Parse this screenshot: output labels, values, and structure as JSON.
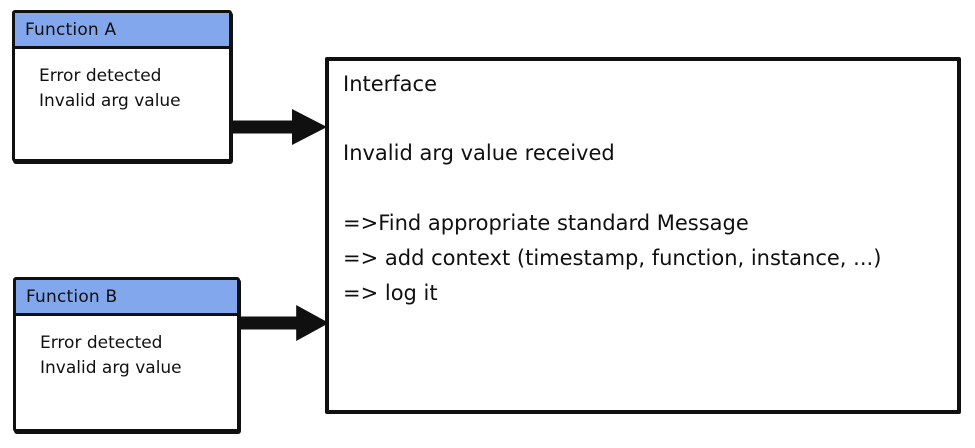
{
  "diagram": {
    "colors": {
      "header_blue": "#82a7ec",
      "line_black": "#101010",
      "box_background": "#ffffff"
    },
    "function_a": {
      "title": "Function A",
      "body_lines": [
        "Error detected",
        "Invalid arg value"
      ]
    },
    "function_b": {
      "title": "Function B",
      "body_lines": [
        "Error detected",
        "Invalid arg value"
      ]
    },
    "arrows": [
      {
        "icon": "arrow-right-icon",
        "from": "Function A",
        "to": "Interface"
      },
      {
        "icon": "arrow-right-icon",
        "from": "Function B",
        "to": "Interface"
      }
    ],
    "interface_box": {
      "title": "Interface",
      "message": "Invalid arg value received",
      "steps": [
        "=>Find appropriate standard Message",
        "=> add context (timestamp, function, instance, ...)",
        "=> log it"
      ]
    }
  }
}
